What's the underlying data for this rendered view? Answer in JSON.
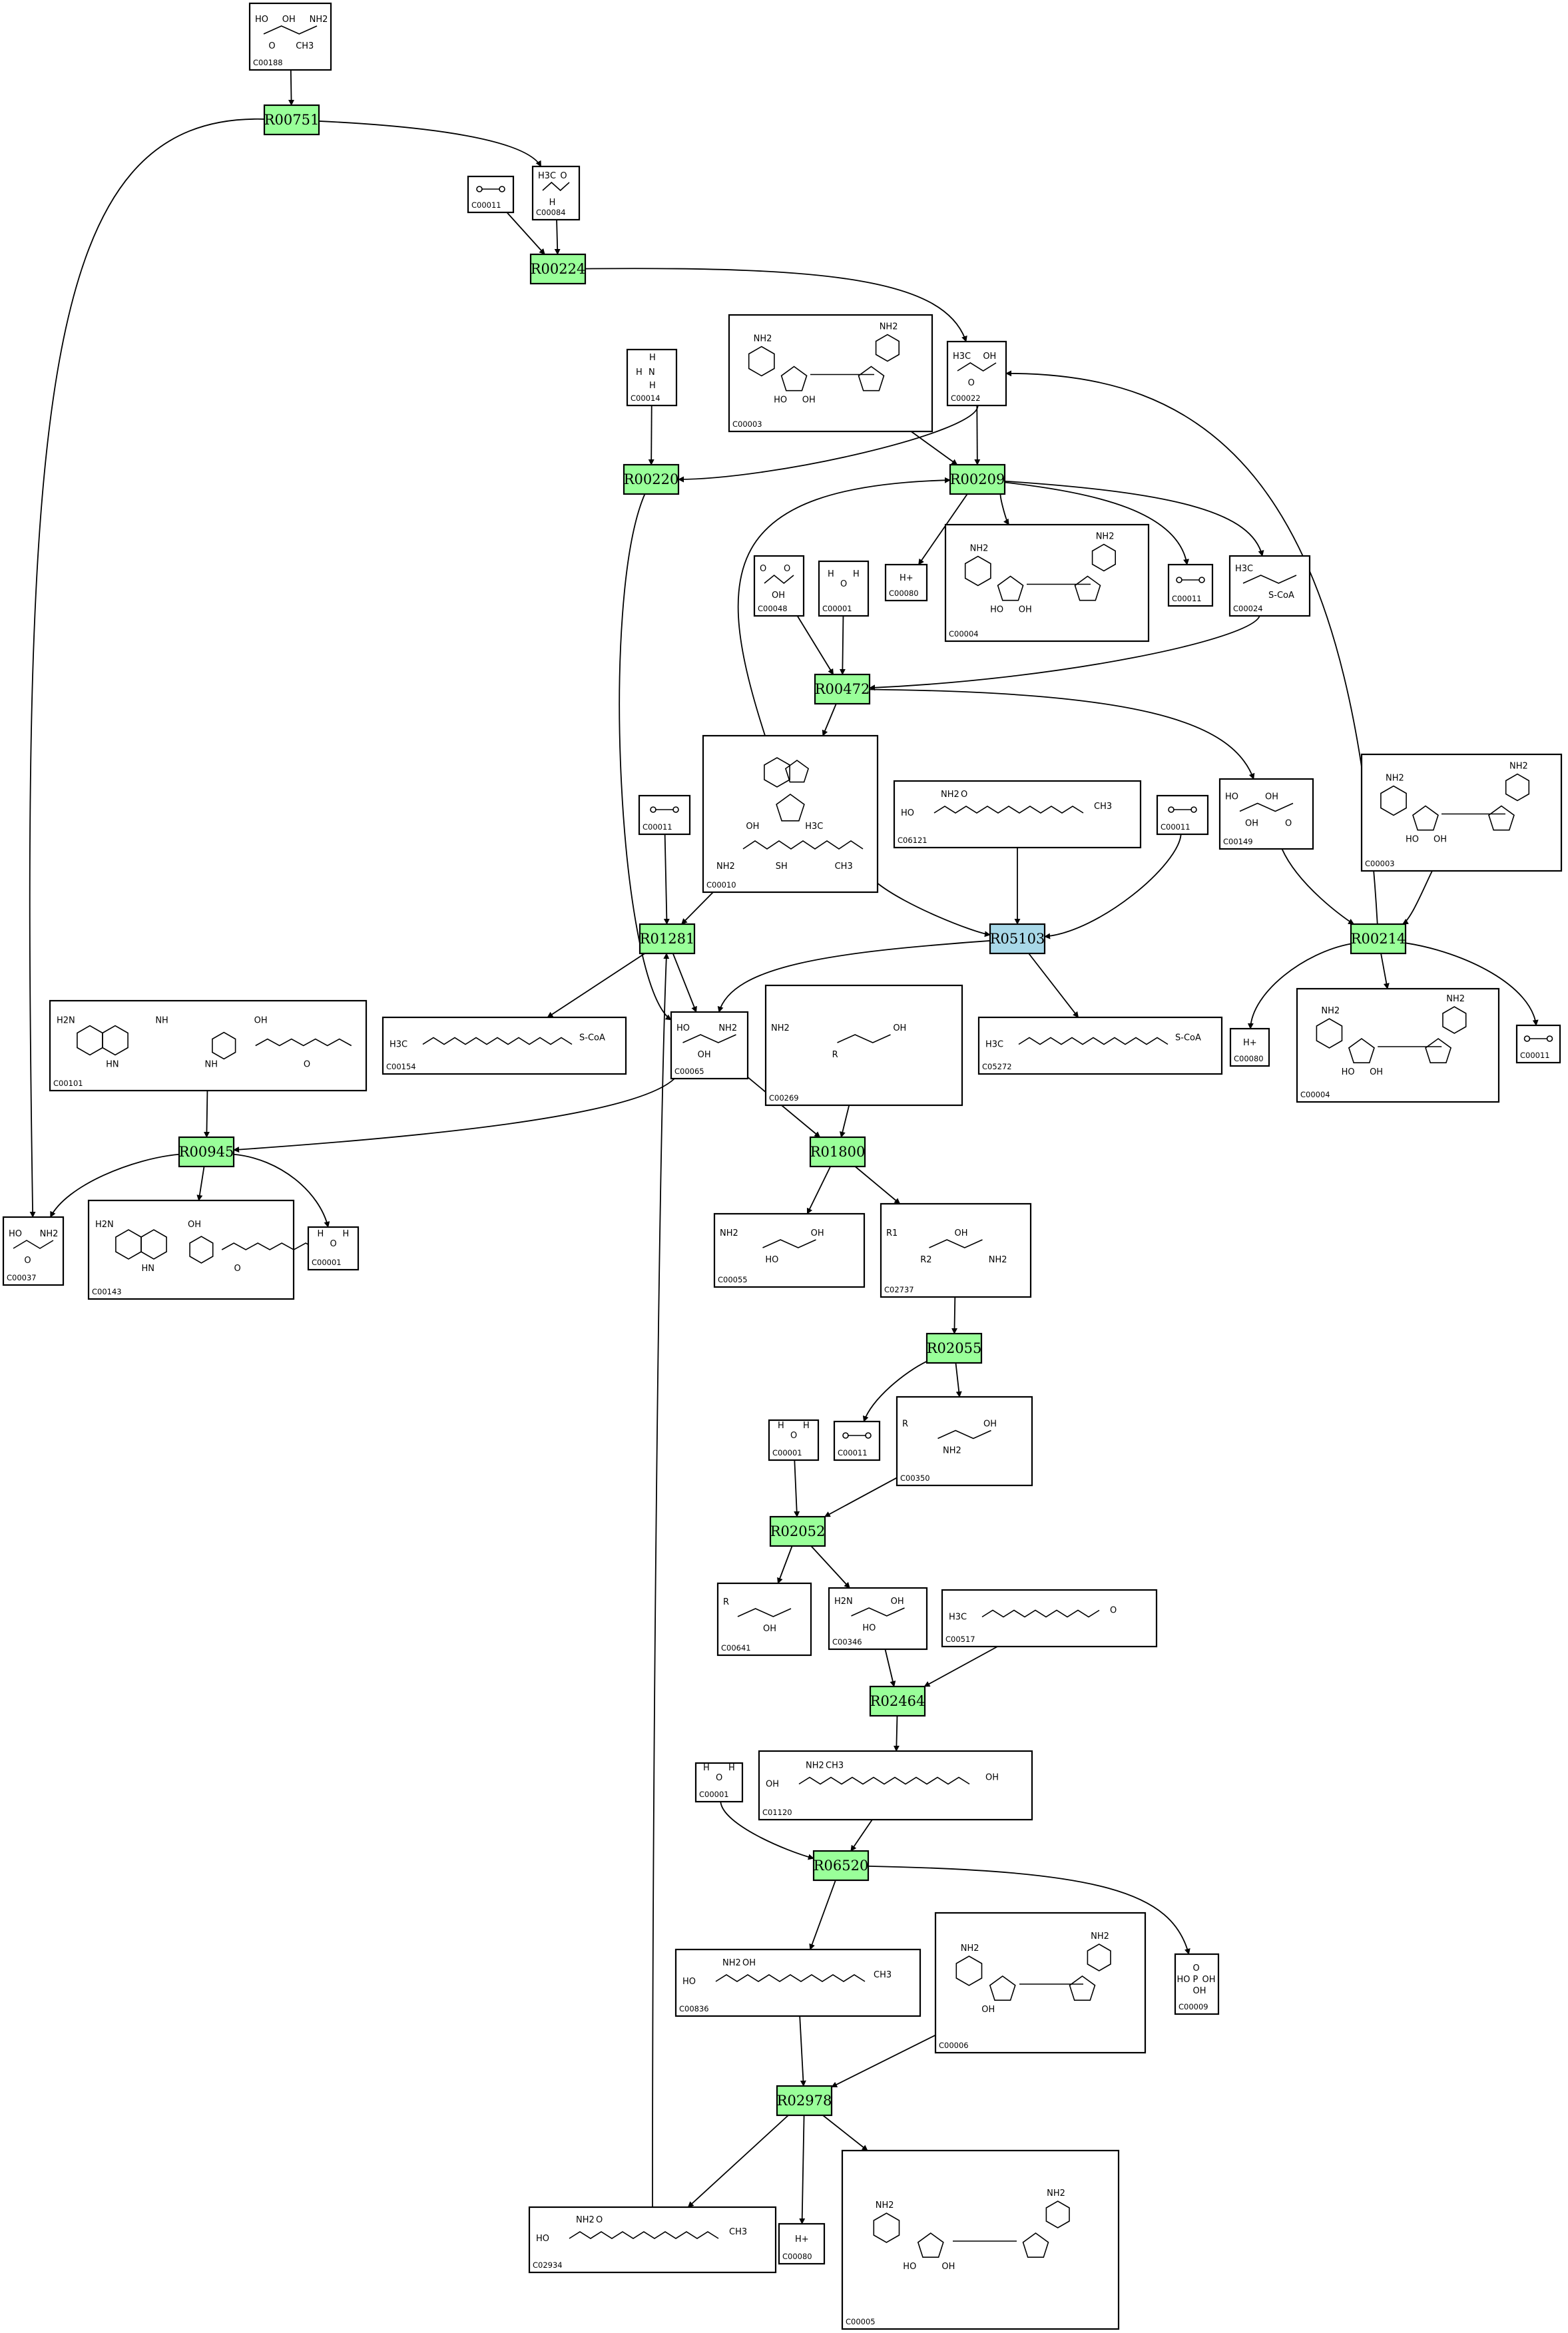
{
  "reactions": [
    {
      "id": "R00751",
      "kind": "normal",
      "label": "R00751"
    },
    {
      "id": "R00224",
      "kind": "normal",
      "label": "R00224"
    },
    {
      "id": "R00220",
      "kind": "normal",
      "label": "R00220"
    },
    {
      "id": "R00209",
      "kind": "normal",
      "label": "R00209"
    },
    {
      "id": "R00472",
      "kind": "normal",
      "label": "R00472"
    },
    {
      "id": "R01281",
      "kind": "normal",
      "label": "R01281"
    },
    {
      "id": "R05103",
      "kind": "highlight",
      "label": "R05103"
    },
    {
      "id": "R00214",
      "kind": "normal",
      "label": "R00214"
    },
    {
      "id": "R00945",
      "kind": "normal",
      "label": "R00945"
    },
    {
      "id": "R01800",
      "kind": "normal",
      "label": "R01800"
    },
    {
      "id": "R02055",
      "kind": "normal",
      "label": "R02055"
    },
    {
      "id": "R02052",
      "kind": "normal",
      "label": "R02052"
    },
    {
      "id": "R02464",
      "kind": "normal",
      "label": "R02464"
    },
    {
      "id": "R06520",
      "kind": "normal",
      "label": "R06520"
    },
    {
      "id": "R02978",
      "kind": "normal",
      "label": "R02978"
    }
  ],
  "compounds": [
    {
      "key": "c00188",
      "label": "C00188",
      "mol": "threonine",
      "atoms": [
        "HO",
        "O",
        "OH",
        "CH3",
        "NH2"
      ]
    },
    {
      "key": "c00011a",
      "label": "C00011",
      "mol": "co2",
      "atoms": []
    },
    {
      "key": "c00084",
      "label": "C00084",
      "mol": "acetaldehyde",
      "atoms": [
        "H3C",
        "H",
        "O"
      ]
    },
    {
      "key": "c00003a",
      "label": "C00003",
      "mol": "nad",
      "atoms": [
        "NH2",
        "HO",
        "OH"
      ]
    },
    {
      "key": "c00022",
      "label": "C00022",
      "mol": "pyruvate",
      "atoms": [
        "H3C",
        "O",
        "OH"
      ]
    },
    {
      "key": "c00014",
      "label": "C00014",
      "mol": "ammonia",
      "atoms": [
        "H",
        "N",
        "H",
        "H"
      ]
    },
    {
      "key": "c00080a",
      "label": "C00080",
      "mol": "proton",
      "atoms": [
        "H+"
      ]
    },
    {
      "key": "c00004a",
      "label": "C00004",
      "mol": "nadh",
      "atoms": [
        "NH2",
        "HO",
        "OH"
      ]
    },
    {
      "key": "c00011b",
      "label": "C00011",
      "mol": "co2",
      "atoms": []
    },
    {
      "key": "c00024",
      "label": "C00024",
      "mol": "acetylcoa",
      "atoms": [
        "H3C",
        "S-CoA"
      ]
    },
    {
      "key": "c00048",
      "label": "C00048",
      "mol": "glyoxylate",
      "atoms": [
        "O",
        "OH",
        "O"
      ]
    },
    {
      "key": "c00001a",
      "label": "C00001",
      "mol": "water",
      "atoms": [
        "H",
        "O",
        "H"
      ]
    },
    {
      "key": "c00010",
      "label": "C00010",
      "mol": "coa",
      "atoms": [
        "NH2",
        "OH",
        "SH",
        "H3C",
        "CH3"
      ]
    },
    {
      "key": "c00011c",
      "label": "C00011",
      "mol": "co2",
      "atoms": []
    },
    {
      "key": "c06121",
      "label": "C06121",
      "mol": "chain",
      "atoms": [
        "HO",
        "NH2",
        "O",
        "CH3"
      ]
    },
    {
      "key": "c00011d",
      "label": "C00011",
      "mol": "co2",
      "atoms": []
    },
    {
      "key": "c00149",
      "label": "C00149",
      "mol": "malate",
      "atoms": [
        "HO",
        "OH",
        "OH",
        "O"
      ]
    },
    {
      "key": "c00003b",
      "label": "C00003",
      "mol": "nad",
      "atoms": [
        "NH2",
        "HO",
        "OH"
      ]
    },
    {
      "key": "c00101",
      "label": "C00101",
      "mol": "thf",
      "atoms": [
        "H2N",
        "HN",
        "NH",
        "NH",
        "OH",
        "O"
      ]
    },
    {
      "key": "c00154",
      "label": "C00154",
      "mol": "chain",
      "atoms": [
        "H3C",
        "S-CoA"
      ]
    },
    {
      "key": "c00065",
      "label": "C00065",
      "mol": "serine",
      "atoms": [
        "HO",
        "OH",
        "NH2"
      ]
    },
    {
      "key": "c00269",
      "label": "C00269",
      "mol": "cdpdag",
      "atoms": [
        "NH2",
        "R",
        "OH"
      ]
    },
    {
      "key": "c05272",
      "label": "C05272",
      "mol": "chain",
      "atoms": [
        "H3C",
        "S-CoA"
      ]
    },
    {
      "key": "c00080b",
      "label": "C00080",
      "mol": "proton",
      "atoms": [
        "H+"
      ]
    },
    {
      "key": "c00004b",
      "label": "C00004",
      "mol": "nadh",
      "atoms": [
        "NH2",
        "HO",
        "OH"
      ]
    },
    {
      "key": "c00011e",
      "label": "C00011",
      "mol": "co2",
      "atoms": []
    },
    {
      "key": "c00037",
      "label": "C00037",
      "mol": "glycine",
      "atoms": [
        "HO",
        "O",
        "NH2"
      ]
    },
    {
      "key": "c00143",
      "label": "C00143",
      "mol": "mthf",
      "atoms": [
        "H2N",
        "HN",
        "OH",
        "O"
      ]
    },
    {
      "key": "c00001b",
      "label": "C00001",
      "mol": "water",
      "atoms": [
        "H",
        "O",
        "H"
      ]
    },
    {
      "key": "c00055",
      "label": "C00055",
      "mol": "cmp",
      "atoms": [
        "NH2",
        "HO",
        "OH"
      ]
    },
    {
      "key": "c02737",
      "label": "C02737",
      "mol": "ps",
      "atoms": [
        "R1",
        "R2",
        "OH",
        "NH2"
      ]
    },
    {
      "key": "c00001c",
      "label": "C00001",
      "mol": "water",
      "atoms": [
        "H",
        "O",
        "H"
      ]
    },
    {
      "key": "c00011f",
      "label": "C00011",
      "mol": "co2",
      "atoms": []
    },
    {
      "key": "c00350",
      "label": "C00350",
      "mol": "pe",
      "atoms": [
        "R",
        "NH2",
        "OH"
      ]
    },
    {
      "key": "c00641",
      "label": "C00641",
      "mol": "dag",
      "atoms": [
        "R",
        "OH"
      ]
    },
    {
      "key": "c00346",
      "label": "C00346",
      "mol": "etn-p",
      "atoms": [
        "H2N",
        "HO",
        "OH"
      ]
    },
    {
      "key": "c00517",
      "label": "C00517",
      "mol": "chain",
      "atoms": [
        "H3C",
        "O"
      ]
    },
    {
      "key": "c01120",
      "label": "C01120",
      "mol": "chain",
      "atoms": [
        "OH",
        "NH2",
        "CH3",
        "OH"
      ]
    },
    {
      "key": "c00001d",
      "label": "C00001",
      "mol": "water",
      "atoms": [
        "H",
        "O",
        "H"
      ]
    },
    {
      "key": "c00836",
      "label": "C00836",
      "mol": "chain",
      "atoms": [
        "HO",
        "NH2",
        "OH",
        "CH3"
      ]
    },
    {
      "key": "c00006",
      "label": "C00006",
      "mol": "nadp",
      "atoms": [
        "NH2",
        "OH"
      ]
    },
    {
      "key": "c00009",
      "label": "C00009",
      "mol": "phosphate",
      "atoms": [
        "HO",
        "OH",
        "OH",
        "O"
      ]
    },
    {
      "key": "c02934",
      "label": "C02934",
      "mol": "chain",
      "atoms": [
        "HO",
        "NH2",
        "O",
        "CH3"
      ]
    },
    {
      "key": "c00080c",
      "label": "C00080",
      "mol": "proton",
      "atoms": [
        "H+"
      ]
    },
    {
      "key": "c00005",
      "label": "C00005",
      "mol": "nadph",
      "atoms": [
        "NH2",
        "HO",
        "OH"
      ]
    }
  ],
  "edges": [
    [
      "c00188",
      "R00751"
    ],
    [
      "R00751",
      "c00084"
    ],
    [
      "R00751",
      "c00037"
    ],
    [
      "c00011a",
      "R00224"
    ],
    [
      "c00084",
      "R00224"
    ],
    [
      "R00224",
      "c00022"
    ],
    [
      "c00022",
      "R00220"
    ],
    [
      "c00014",
      "R00220"
    ],
    [
      "R00220",
      "c00065"
    ],
    [
      "c00022",
      "R00209"
    ],
    [
      "c00003a",
      "R00209"
    ],
    [
      "c00010",
      "R00209"
    ],
    [
      "R00209",
      "c00080a"
    ],
    [
      "R00209",
      "c00004a"
    ],
    [
      "R00209",
      "c00011b"
    ],
    [
      "R00209",
      "c00024"
    ],
    [
      "c00048",
      "R00472"
    ],
    [
      "c00001a",
      "R00472"
    ],
    [
      "c00024",
      "R00472"
    ],
    [
      "R00472",
      "c00010"
    ],
    [
      "R00472",
      "c00149"
    ],
    [
      "c00011c",
      "R01281"
    ],
    [
      "c00010",
      "R01281"
    ],
    [
      "R01281",
      "c00154"
    ],
    [
      "R01281",
      "c00065"
    ],
    [
      "c06121",
      "R05103"
    ],
    [
      "c00011d",
      "R05103"
    ],
    [
      "c00010",
      "R05103"
    ],
    [
      "R05103",
      "c05272"
    ],
    [
      "R05103",
      "c00065"
    ],
    [
      "c00149",
      "R00214"
    ],
    [
      "c00003b",
      "R00214"
    ],
    [
      "R00214",
      "c00022"
    ],
    [
      "R00214",
      "c00080b"
    ],
    [
      "R00214",
      "c00004b"
    ],
    [
      "R00214",
      "c00011e"
    ],
    [
      "c00101",
      "R00945"
    ],
    [
      "c00065",
      "R00945"
    ],
    [
      "R00945",
      "c00037"
    ],
    [
      "R00945",
      "c00143"
    ],
    [
      "R00945",
      "c00001b"
    ],
    [
      "c00065",
      "R01800"
    ],
    [
      "c00269",
      "R01800"
    ],
    [
      "R01800",
      "c00055"
    ],
    [
      "R01800",
      "c02737"
    ],
    [
      "c02737",
      "R02055"
    ],
    [
      "R02055",
      "c00011f"
    ],
    [
      "R02055",
      "c00350"
    ],
    [
      "c00001c",
      "R02052"
    ],
    [
      "c00350",
      "R02052"
    ],
    [
      "R02052",
      "c00641"
    ],
    [
      "R02052",
      "c00346"
    ],
    [
      "c00346",
      "R02464"
    ],
    [
      "c00517",
      "R02464"
    ],
    [
      "R02464",
      "c01120"
    ],
    [
      "c00001d",
      "R06520"
    ],
    [
      "c01120",
      "R06520"
    ],
    [
      "R06520",
      "c00836"
    ],
    [
      "R06520",
      "c00009"
    ],
    [
      "c00836",
      "R02978"
    ],
    [
      "c00006",
      "R02978"
    ],
    [
      "R02978",
      "c02934"
    ],
    [
      "R02978",
      "c00080c"
    ],
    [
      "R02978",
      "c00005"
    ],
    [
      "c02934",
      "R01281"
    ]
  ],
  "colors": {
    "reaction": "#99ff99",
    "highlight": "#a8d8e8",
    "stroke": "#000000",
    "background": "#ffffff"
  }
}
